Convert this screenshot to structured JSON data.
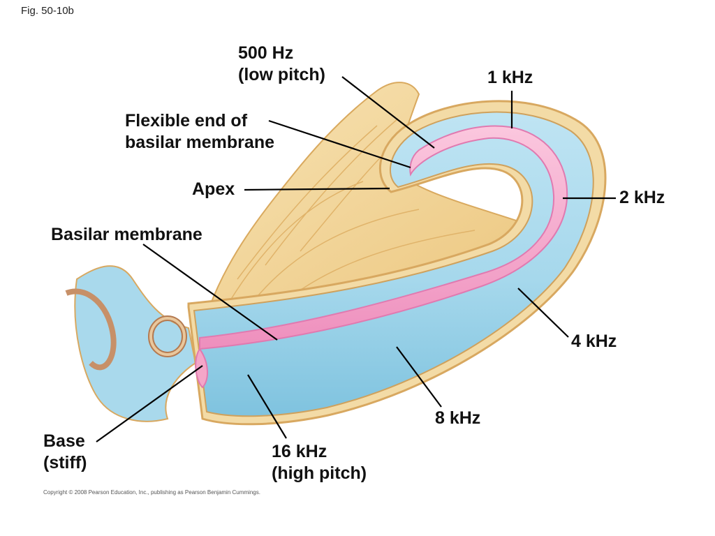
{
  "figure_number": "Fig. 50-10b",
  "copyright": "Copyright © 2008 Pearson Education, Inc., publishing as Pearson Benjamin Cummings.",
  "labels": {
    "hz500": {
      "line1": "500 Hz",
      "line2": "(low pitch)"
    },
    "khz1": "1 kHz",
    "flexible_end": {
      "line1": "Flexible end of",
      "line2": "basilar membrane"
    },
    "apex": "Apex",
    "khz2": "2 kHz",
    "basilar_membrane": "Basilar membrane",
    "khz4": "4 kHz",
    "khz8": "8 kHz",
    "khz16": {
      "line1": "16 kHz",
      "line2": "(high pitch)"
    },
    "base": {
      "line1": "Base",
      "line2": "(stiff)"
    }
  },
  "colors": {
    "duct_fill": "#a9d9ec",
    "duct_deep": "#7fc3df",
    "outer_tan": "#f3dba6",
    "outline": "#d8a860",
    "membrane_pink": "#f4a6c8",
    "membrane_edge": "#e07ab0",
    "nerve_fibers": "#f6dca0",
    "bone_brown": "#c79068",
    "leader_line": "#000000"
  }
}
